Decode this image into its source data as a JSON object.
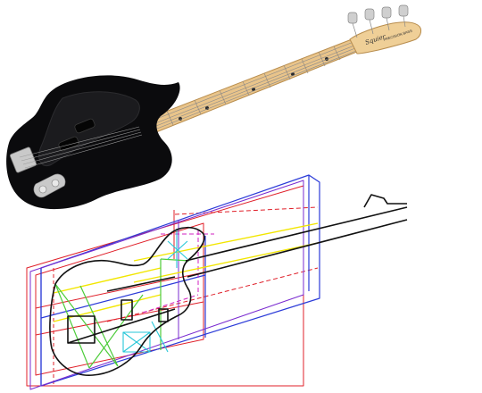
{
  "headstock_logo": {
    "brand": "Squier",
    "model": "PRECISION BASS"
  },
  "colors": {
    "body": "#0b0b0d",
    "pickguard": "#1a1a1c",
    "maple": "#e9c48a",
    "fret_dot": "#2a2a2a",
    "chrome": "#c9c9c9",
    "wire_red": "#e0202a",
    "wire_blue": "#2b3bd8",
    "wire_purple": "#7a2bd0",
    "wire_magenta": "#d020c0",
    "wire_yellow": "#f2e600",
    "wire_green": "#4ccc3a",
    "wire_cyan": "#26c7d8",
    "wire_black": "#111111"
  },
  "icons": {
    "bass_photo": "black-precision-bass-guitar",
    "wireframe": "bass-guitar-wireframe-sketch"
  }
}
